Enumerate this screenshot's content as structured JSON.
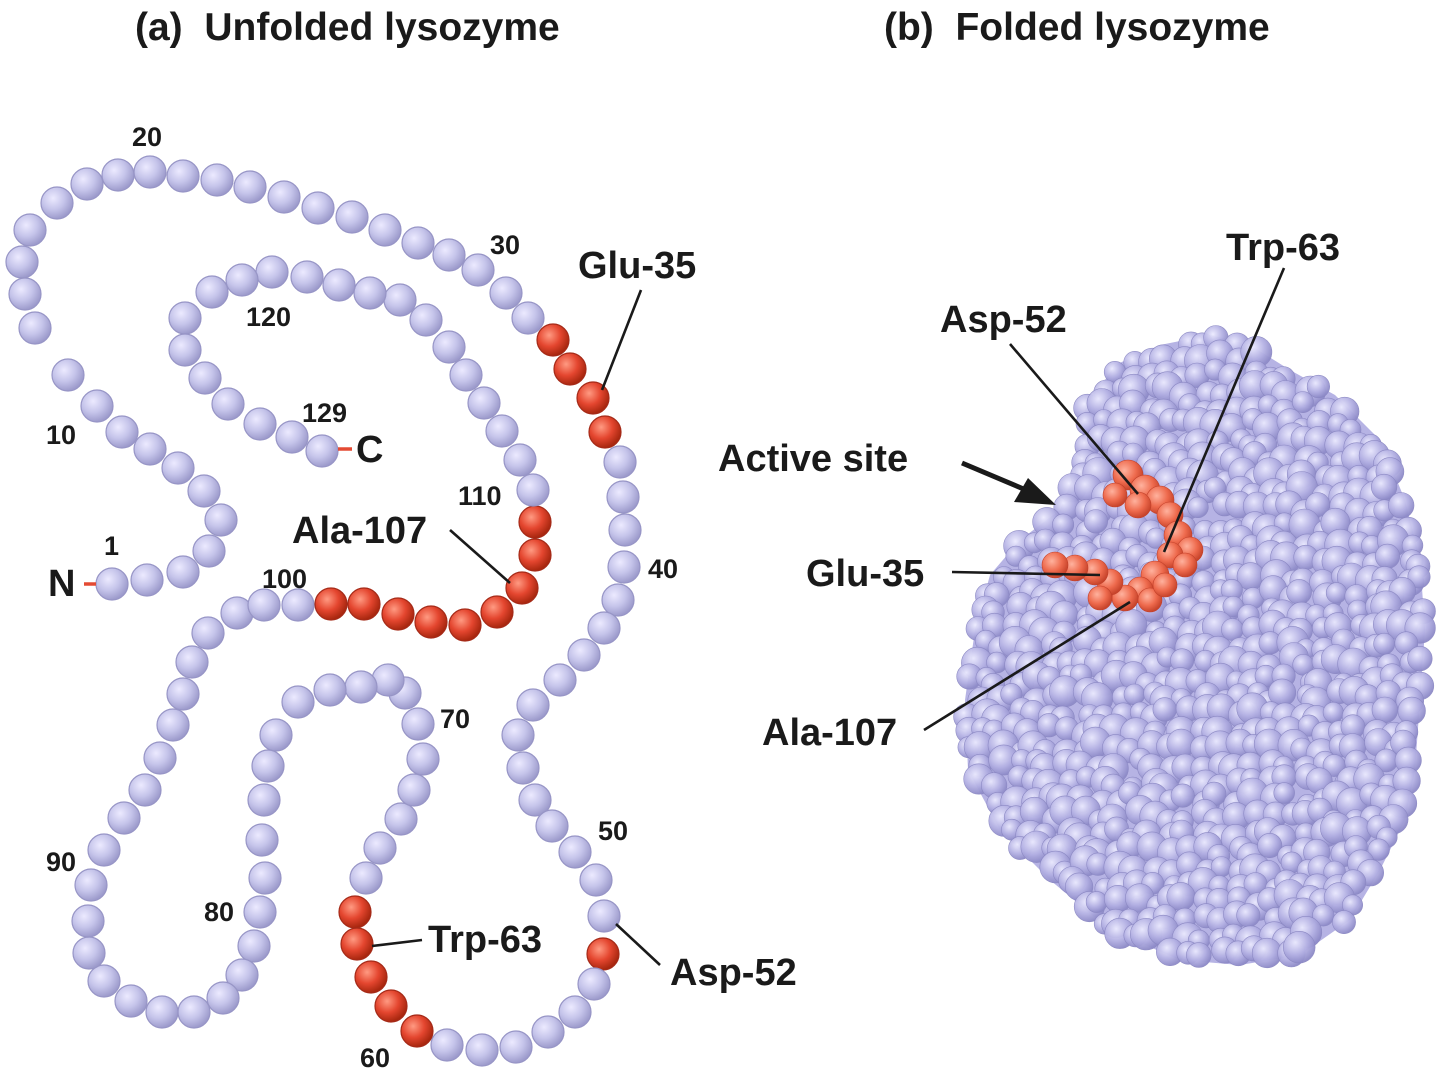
{
  "panels": {
    "a": {
      "letter": "(a)",
      "title": "Unfolded lysozyme"
    },
    "b": {
      "letter": "(b)",
      "title": "Folded lysozyme"
    }
  },
  "unfolded": {
    "n_terminus": "N",
    "c_terminus": "C",
    "residue_numbers": [
      "1",
      "10",
      "20",
      "30",
      "40",
      "50",
      "60",
      "70",
      "80",
      "90",
      "100",
      "110",
      "120",
      "129"
    ],
    "labels": {
      "glu35": "Glu-35",
      "ala107": "Ala-107",
      "trp63": "Trp-63",
      "asp52": "Asp-52"
    }
  },
  "folded": {
    "labels": {
      "active_site": "Active site",
      "asp52": "Asp-52",
      "trp63": "Trp-63",
      "glu35": "Glu-35",
      "ala107": "Ala-107"
    }
  },
  "colors": {
    "residue": "#c5c4ea",
    "residue_edge": "#9795c6",
    "active_residue": "#e44a33",
    "active_edge": "#a52a18",
    "protein_surface": "#a9a6dc",
    "text": "#1a1a1a"
  }
}
